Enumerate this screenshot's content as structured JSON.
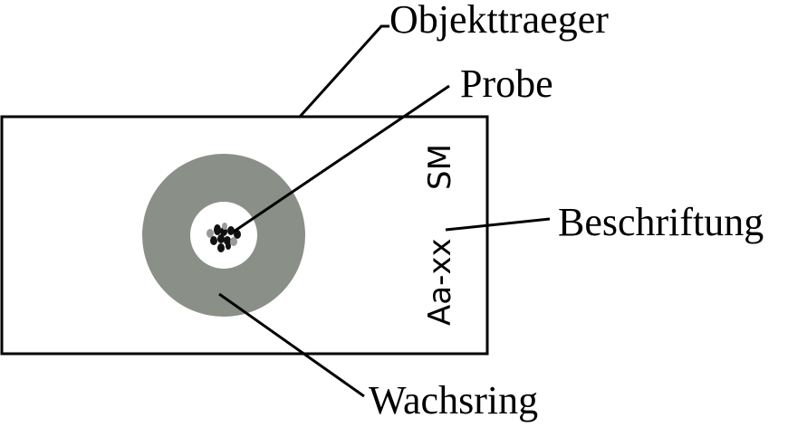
{
  "labels": {
    "objekttraeger": "Objekttraeger",
    "probe": "Probe",
    "beschriftung": "Beschriftung",
    "wachsring": "Wachsring"
  },
  "slide_text": {
    "code": "Aa-xx",
    "initials": "SM"
  },
  "colors": {
    "wax_ring": "#8a8f87",
    "sample_dots": "#111111",
    "sample_dot_light": "#9a9a9a",
    "outline": "#000000"
  }
}
